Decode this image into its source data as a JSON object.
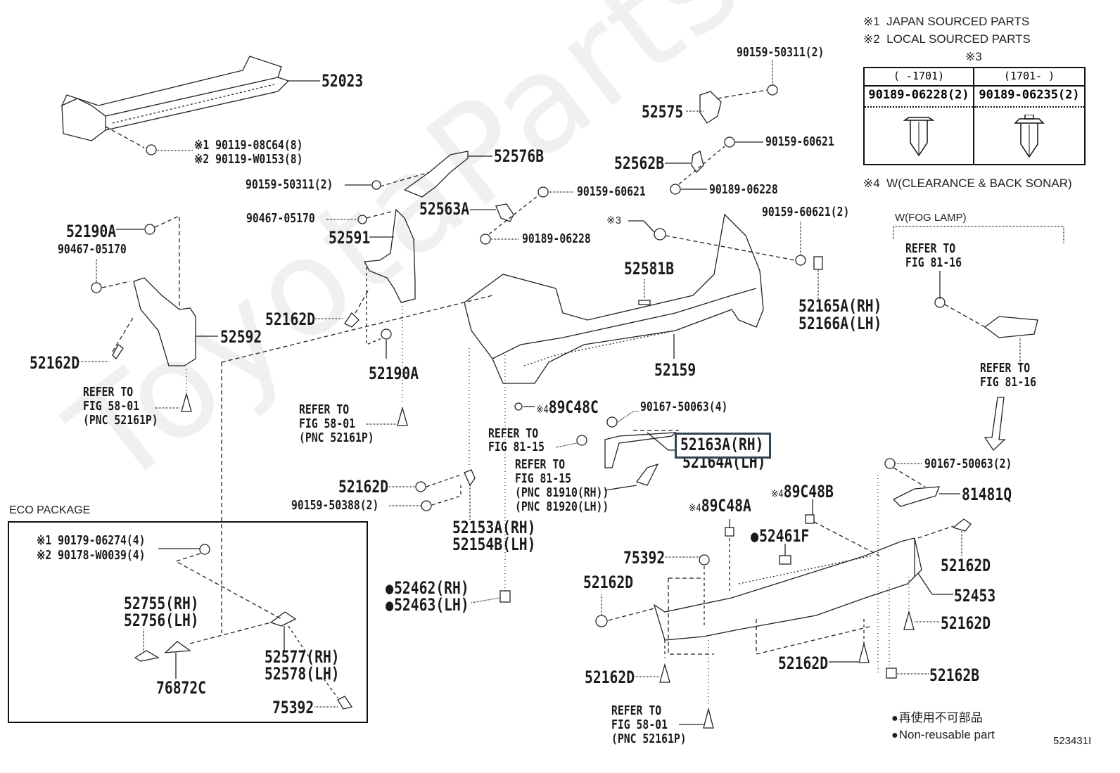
{
  "legend": {
    "note1": {
      "mark": "※1",
      "text": "JAPAN SOURCED PARTS"
    },
    "note2": {
      "mark": "※2",
      "text": "LOCAL SOURCED PARTS"
    },
    "note3": {
      "mark": "※3"
    },
    "note4": {
      "mark": "※4",
      "text": "W(CLEARANCE & BACK SONAR)"
    },
    "table": {
      "columns": [
        {
          "range": "(     -1701)",
          "part": "90189-06228(2)",
          "icon": "clip-icon"
        },
        {
          "range": "(1701-      )",
          "part": "90189-06235(2)",
          "icon": "clip-capped-icon"
        }
      ]
    }
  },
  "sections": {
    "fog_lamp": "W(FOG LAMP)",
    "eco_package": "ECO PACKAGE"
  },
  "labels": {
    "p52023": "52023",
    "p90119a": "※1 90119-08C64(8)",
    "p90119b": "※2 90119-W0153(8)",
    "p52576B": "52576B",
    "p90159_50311_left": "90159-50311(2)",
    "p90159_50311_top": "90159-50311(2)",
    "p52575": "52575",
    "p52562B": "52562B",
    "p90159_60621_r": "90159-60621",
    "p90189_06228_r": "90189-06228",
    "p52563A": "52563A",
    "p90159_60621_m": "90159-60621",
    "p90189_06228_m": "90189-06228",
    "p_note3": "※3",
    "p90159_60621_2": "90159-60621(2)",
    "p52165A": "52165A(RH)",
    "p52166A": "52166A(LH)",
    "p52190A_l": "52190A",
    "p90467_l": "90467-05170",
    "p52592": "52592",
    "p52162D_l": "52162D",
    "ref58_l_1": "REFER TO",
    "ref58_l_2": "FIG 58-01",
    "ref58_l_3": "(PNC 52161P)",
    "p90467_m": "90467-05170",
    "p52591": "52591",
    "p52162D_m": "52162D",
    "p52190A_m": "52190A",
    "ref58_m_1": "REFER TO",
    "ref58_m_2": "FIG 58-01",
    "ref58_m_3": "(PNC 52161P)",
    "p52581B": "52581B",
    "p52159": "52159",
    "p89C48C": "89C48C",
    "p89C48C_mark": "※4",
    "p90167_4": "90167-50063(4)",
    "ref8115a_1": "REFER TO",
    "ref8115a_2": "FIG 81-15",
    "ref8115b_1": "REFER TO",
    "ref8115b_2": "FIG 81-15",
    "ref8115b_3": "(PNC 81910(RH))",
    "ref8115b_4": "(PNC 81920(LH))",
    "p52163A": "52163A(RH)",
    "p52164A": "52164A(LH)",
    "ref8116a_1": "REFER TO",
    "ref8116a_2": "FIG 81-16",
    "ref8116b_1": "REFER TO",
    "ref8116b_2": "FIG 81-16",
    "p90167_2": "90167-50063(2)",
    "p81481Q": "81481Q",
    "p52162D_c": "52162D",
    "p90159_50388": "90159-50388(2)",
    "p52153A": "52153A(RH)",
    "p52154B": "52154B(LH)",
    "p52462": "52462(RH)",
    "p52463": "52463(LH)",
    "p89C48A": "89C48A",
    "p89C48A_mark": "※4",
    "p89C48B": "89C48B",
    "p89C48B_mark": "※4",
    "p52461F": "52461F",
    "p75392_m": "75392",
    "p52162D_bl": "52162D",
    "p52162D_r1": "52162D",
    "p52453": "52453",
    "p52162D_r2": "52162D",
    "p52162D_b1": "52162D",
    "p52162D_b2": "52162D",
    "p52162B": "52162B",
    "ref58_b_1": "REFER TO",
    "ref58_b_2": "FIG 58-01",
    "ref58_b_3": "(PNC 52161P)",
    "eco_90179": "※1 90179-06274(4)",
    "eco_90178": "※2 90178-W0039(4)",
    "eco_52755": "52755(RH)",
    "eco_52756": "52756(LH)",
    "eco_52577": "52577(RH)",
    "eco_52578": "52578(LH)",
    "eco_76872C": "76872C",
    "eco_75392": "75392"
  },
  "footer": {
    "nonreusable_jp": "再使用不可部品",
    "nonreusable_en": "Non-reusable part",
    "figure_id": "523431I"
  },
  "highlight": {
    "part": "52163A(RH)",
    "color": "#2f4550"
  },
  "watermark": "ToyotaPartsMine"
}
